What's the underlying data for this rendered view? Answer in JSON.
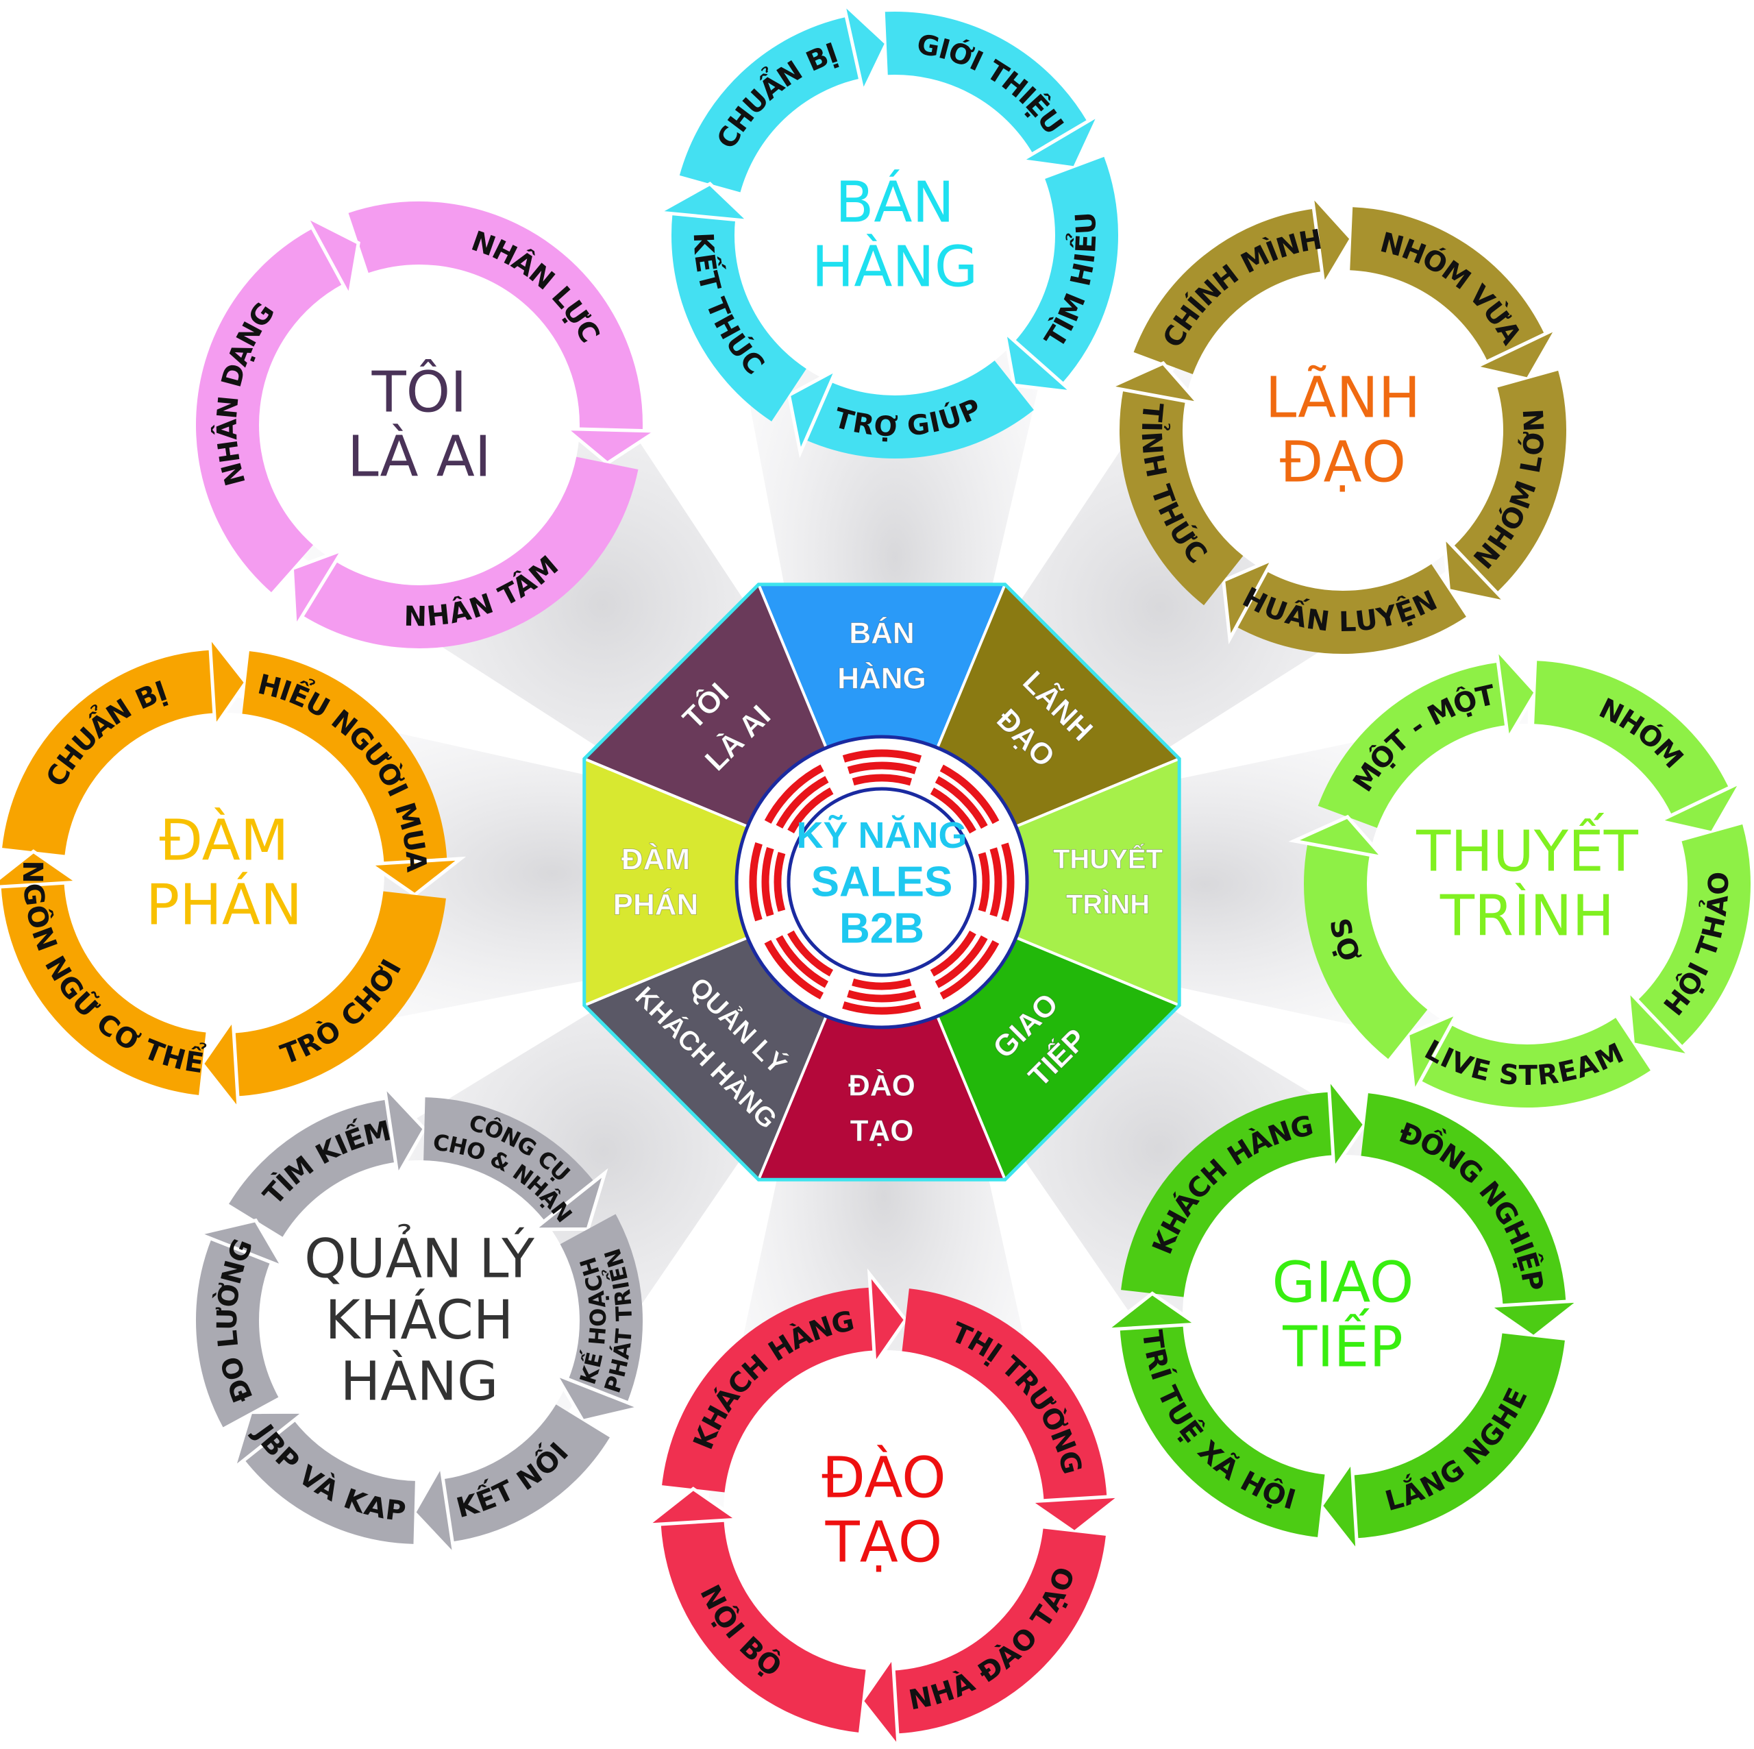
{
  "hub": {
    "lines": [
      "KỸ NĂNG",
      "SALES",
      "B2B"
    ],
    "text_color": "#1ec8f0",
    "ring_color": "#e8141a",
    "border_color": "#1a2aa0"
  },
  "wedges": [
    {
      "id": "ban-hang",
      "lines": [
        "BÁN",
        "HÀNG"
      ],
      "color": "#2a9af8"
    },
    {
      "id": "lanh-dao",
      "lines": [
        "LÃNH",
        "ĐẠO"
      ],
      "color": "#8a7a12"
    },
    {
      "id": "thuyet-trinh",
      "lines": [
        "THUYẾT",
        "TRÌNH"
      ],
      "color": "#a6f04a"
    },
    {
      "id": "giao-tiep",
      "lines": [
        "GIAO",
        "TIẾP"
      ],
      "color": "#22b80a"
    },
    {
      "id": "dao-tao",
      "lines": [
        "ĐÀO",
        "TẠO"
      ],
      "color": "#b4083a"
    },
    {
      "id": "quan-ly-khach-hang",
      "lines": [
        "QUẢN LÝ",
        "KHÁCH HÀNG"
      ],
      "color": "#5a5866"
    },
    {
      "id": "dam-phan",
      "lines": [
        "ĐÀM",
        "PHÁN"
      ],
      "color": "#d8e830"
    },
    {
      "id": "toi-la-ai",
      "lines": [
        "TÔI",
        "LÀ AI"
      ],
      "color": "#6a3a5a"
    }
  ],
  "rings": [
    {
      "id": "ban-hang",
      "title": [
        "BÁN",
        "HÀNG"
      ],
      "title_color": "#1ee0f0",
      "ring_color": "#44e0f2",
      "steps": [
        [
          "CHUẨN BỊ"
        ],
        [
          "GIỚI THIỆU"
        ],
        [
          "TÌM HIỂU"
        ],
        [
          "TRỢ GIÚP"
        ],
        [
          "KẾT THÚC"
        ]
      ]
    },
    {
      "id": "lanh-dao",
      "title": [
        "LÃNH",
        "ĐẠO"
      ],
      "title_color": "#f06a10",
      "ring_color": "#a8922e",
      "steps": [
        [
          "CHÍNH MÌNH"
        ],
        [
          "NHÓM VỪA"
        ],
        [
          "NHÓM LỚN"
        ],
        [
          "HUẤN LUYỆN"
        ],
        [
          "TỈNH THỨC"
        ]
      ]
    },
    {
      "id": "thuyet-trinh",
      "title": [
        "THUYẾT",
        "TRÌNH"
      ],
      "title_color": "#80f020",
      "ring_color": "#8ef046",
      "steps": [
        [
          "MỘT - MỘT"
        ],
        [
          "NHÓM"
        ],
        [
          "HỘI THẢO"
        ],
        [
          "LIVE STREAM"
        ],
        [
          "SỢ"
        ]
      ]
    },
    {
      "id": "giao-tiep",
      "title": [
        "GIAO",
        "TIẾP"
      ],
      "title_color": "#38ee10",
      "ring_color": "#4ccc14",
      "steps": [
        [
          "KHÁCH HÀNG"
        ],
        [
          "ĐỒNG NGHIỆP"
        ],
        [
          "LẮNG NGHE"
        ],
        [
          "TRÍ TUỆ XÃ HỘI"
        ]
      ]
    },
    {
      "id": "dao-tao",
      "title": [
        "ĐÀO",
        "TẠO"
      ],
      "title_color": "#ee1010",
      "ring_color": "#f03050",
      "steps": [
        [
          "KHÁCH HÀNG"
        ],
        [
          "THỊ TRƯỜNG"
        ],
        [
          "NHÀ ĐÀO TẠO"
        ],
        [
          "NỘI BỘ"
        ]
      ]
    },
    {
      "id": "quan-ly-khach-hang",
      "title": [
        "QUẢN LÝ",
        "KHÁCH",
        "HÀNG"
      ],
      "title_color": "#333333",
      "ring_color": "#aaaab2",
      "steps": [
        [
          "TÌM KIẾM"
        ],
        [
          "CÔNG CỤ",
          "CHO & NHẬN"
        ],
        [
          "KẾ HOẠCH",
          "PHÁT TRIỂN"
        ],
        [
          "KẾT NỐI"
        ],
        [
          "JBP VÀ KAP"
        ],
        [
          "ĐO LƯỜNG"
        ]
      ]
    },
    {
      "id": "dam-phan",
      "title": [
        "ĐÀM",
        "PHÁN"
      ],
      "title_color": "#f8c000",
      "ring_color": "#f8a400",
      "steps": [
        [
          "CHUẨN BỊ"
        ],
        [
          "HIỂU NGƯỜI MUA"
        ],
        [
          "TRÒ CHƠI"
        ],
        [
          "NGÔN NGỮ CƠ THỂ"
        ]
      ]
    },
    {
      "id": "toi-la-ai",
      "title": [
        "TÔI",
        "LÀ AI"
      ],
      "title_color": "#4a3358",
      "ring_color": "#f49cf0",
      "steps": [
        [
          "NHÂN LỰC"
        ],
        [
          "NHÂN TÂM"
        ],
        [
          "NHÂN DẠNG"
        ]
      ]
    }
  ]
}
